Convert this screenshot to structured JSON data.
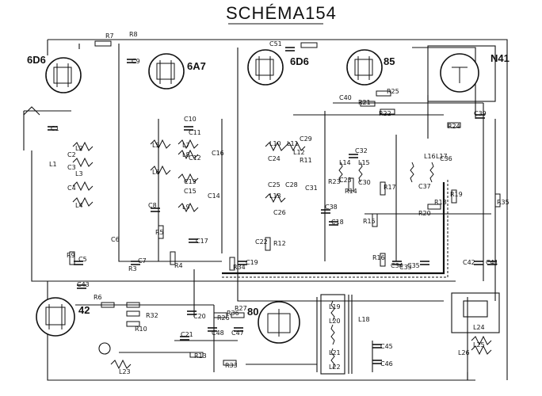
{
  "title": "SCHÉMA154",
  "tubes": [
    {
      "id": "t1",
      "label": "6D6"
    },
    {
      "id": "t2",
      "label": "6A7"
    },
    {
      "id": "t3",
      "label": "6D6"
    },
    {
      "id": "t4",
      "label": "85"
    },
    {
      "id": "t5",
      "label": "N41"
    },
    {
      "id": "t6",
      "label": "42"
    },
    {
      "id": "t7",
      "label": "80"
    }
  ],
  "labels": {
    "R7": "R7",
    "R8": "R8",
    "C9": "C9",
    "C51": "C51",
    "C10": "C10",
    "C1": "C1",
    "L1": "L1",
    "L2": "L2",
    "L3": "L3",
    "L4": "L4",
    "C2": "C2",
    "C3": "C3",
    "C4": "C4",
    "L5": "L5",
    "L6": "L6",
    "L7": "L7",
    "L8": "L8",
    "L9": "L9",
    "C11": "C11",
    "C12": "C12",
    "C13": "C13",
    "C14": "C14",
    "C15": "C15",
    "C16": "C16",
    "L10": "L10",
    "L11": "L11",
    "L12": "L12",
    "L13": "L13",
    "C24": "C24",
    "C25": "C25",
    "C26": "C26",
    "C28": "C28",
    "C29": "C29",
    "C30": "C30",
    "C31": "C31",
    "C32": "C32",
    "R11": "R11",
    "R12": "R12",
    "R13": "R13",
    "R14": "R14",
    "R15": "R15",
    "R16": "R16",
    "R17": "R17",
    "R18": "R18",
    "R19": "R19",
    "R20": "R20",
    "R21": "R21",
    "R22": "R22",
    "R23": "R23",
    "R24": "R24",
    "R25": "R25",
    "C33": "C33",
    "C34": "C34",
    "C35": "C35",
    "C36": "C36",
    "C37": "C37",
    "C38": "C38",
    "C39": "C39",
    "C40": "C40",
    "C41": "C41",
    "C42": "C42",
    "C43": "C43",
    "C5": "C5",
    "C6": "C6",
    "C7": "C7",
    "C8": "C8",
    "R3": "R3",
    "R4": "R4",
    "R5": "R5",
    "R6": "R6",
    "R9": "R9",
    "R10": "R10",
    "C17": "C17",
    "C18": "C18",
    "C19": "C19",
    "C20": "C20",
    "C21": "C21",
    "C22": "C22",
    "C23": "C23",
    "L14": "L14",
    "L15": "L15",
    "L16": "L16",
    "L17": "L17",
    "L18": "L18",
    "L19": "L19",
    "L20": "L20",
    "L21": "L21",
    "L22": "L22",
    "L23": "L23",
    "L24": "L24",
    "L25": "L25",
    "L26": "L26",
    "C45": "C45",
    "C46": "C46",
    "C47": "C47",
    "C48": "C48",
    "R26": "R26",
    "R27": "R27",
    "R32": "R32",
    "R33": "R33",
    "R34": "R34",
    "R35": "R35",
    "R36": "R36"
  }
}
